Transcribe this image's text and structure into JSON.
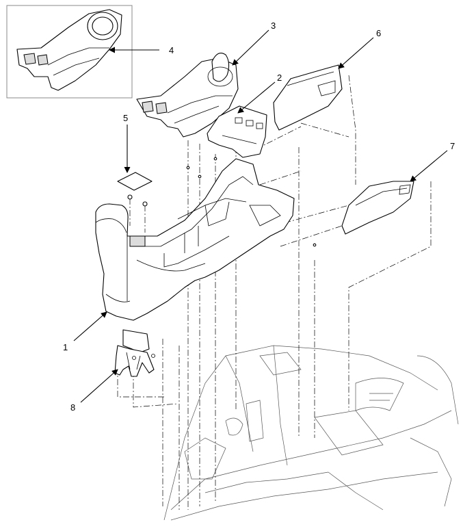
{
  "callouts": [
    {
      "id": "1",
      "text": "1"
    },
    {
      "id": "2",
      "text": "2"
    },
    {
      "id": "3",
      "text": "3"
    },
    {
      "id": "4",
      "text": "4"
    },
    {
      "id": "5",
      "text": "5"
    },
    {
      "id": "6",
      "text": "6"
    },
    {
      "id": "7",
      "text": "7"
    },
    {
      "id": "8",
      "text": "8"
    }
  ],
  "colors": {
    "line": "#000000",
    "background": "#ffffff",
    "shade": "#dcdcdc",
    "inset_border": "#888888"
  },
  "icons": [
    "floor-console-body",
    "console-front-panel",
    "shift-lever-cover",
    "shift-lever-cover-alt",
    "pad",
    "side-cover-left",
    "side-cover-right",
    "console-bracket",
    "vehicle-floor-background"
  ]
}
